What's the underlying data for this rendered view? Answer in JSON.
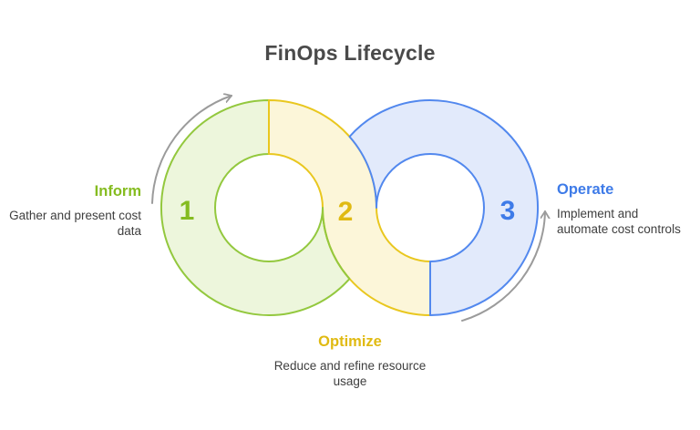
{
  "title": "FinOps Lifecycle",
  "phases": [
    {
      "number": "1",
      "label": "Inform",
      "description": "Gather and present cost data",
      "description_lines": [
        "Gather and present cost",
        "data"
      ],
      "color": "#85BC20"
    },
    {
      "number": "2",
      "label": "Optimize",
      "description": "Reduce and refine resource usage",
      "description_lines": [
        "Reduce and refine resource",
        "usage"
      ],
      "color": "#E0BA12"
    },
    {
      "number": "3",
      "label": "Operate",
      "description": "Implement and automate cost controls",
      "description_lines": [
        "Implement and",
        "automate cost controls"
      ],
      "color": "#3E7BE8"
    }
  ],
  "colors": {
    "green_fill": "#EDF6DC",
    "green_stroke": "#93C83E",
    "green_text": "#85BC20",
    "yellow_fill": "#FCF6D9",
    "yellow_stroke": "#E9C71F",
    "yellow_text": "#E0BA12",
    "blue_fill": "#E2EAFB",
    "blue_stroke": "#5288EE",
    "blue_text": "#3E7BE8",
    "arrow_gray": "#9B9B9B",
    "title_color": "#4A4A4A",
    "description_color": "#3E3E3E",
    "background": "#FFFFFF"
  }
}
